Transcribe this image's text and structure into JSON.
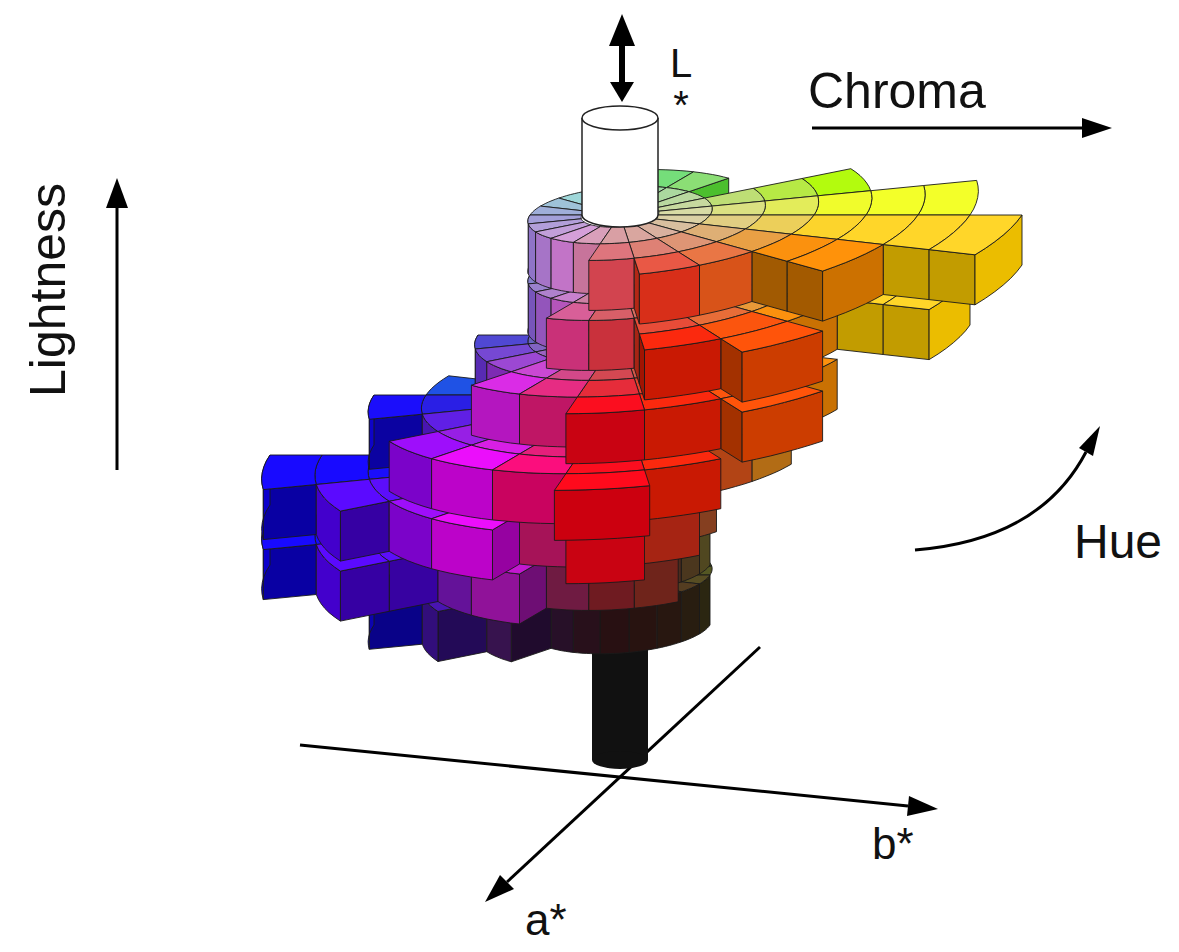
{
  "diagram": {
    "labels": [
      "L *",
      "Chroma",
      "Lightness",
      "Hue",
      "b*",
      "a*"
    ]
  }
}
